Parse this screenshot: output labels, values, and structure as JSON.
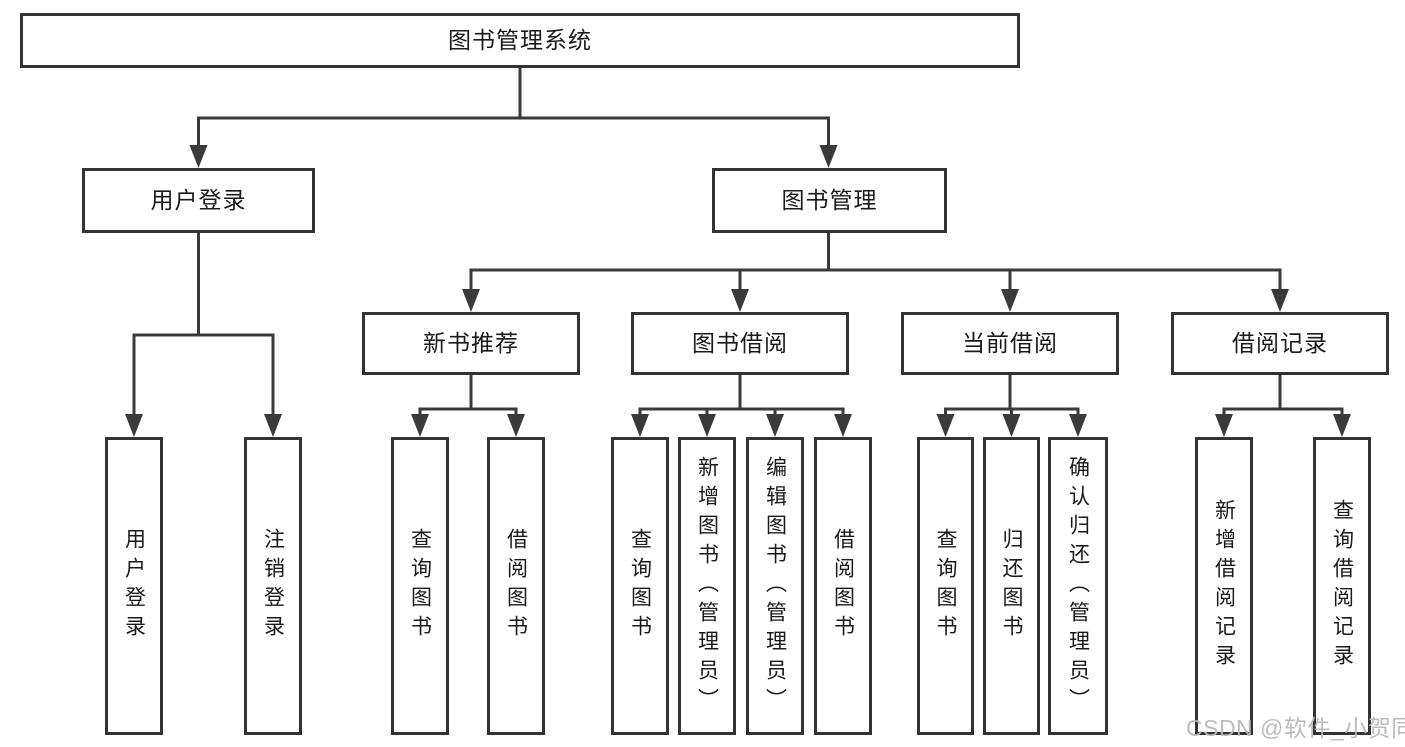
{
  "tree": {
    "root": {
      "label": "图书管理系统"
    },
    "branches": [
      {
        "label": "用户登录",
        "leaves": [
          "用户登录",
          "注销登录"
        ]
      },
      {
        "label": "图书管理",
        "groups": [
          {
            "label": "新书推荐",
            "leaves": [
              "查询图书",
              "借阅图书"
            ]
          },
          {
            "label": "图书借阅",
            "leaves": [
              "查询图书",
              "新增图书（管理员）",
              "编辑图书（管理员）",
              "借阅图书"
            ]
          },
          {
            "label": "当前借阅",
            "leaves": [
              "查询图书",
              "归还图书",
              "确认归还（管理员）"
            ]
          },
          {
            "label": "借阅记录",
            "leaves": [
              "新增借阅记录",
              "查询借阅记录"
            ]
          }
        ]
      }
    ]
  },
  "watermark": {
    "text": "CSDN @软件_小贺同学"
  },
  "colors": {
    "line": "#3a3a3a",
    "box_border": "#333333",
    "text": "#1a1a1a",
    "watermark": "#b8b8b8",
    "background": "#ffffff"
  }
}
